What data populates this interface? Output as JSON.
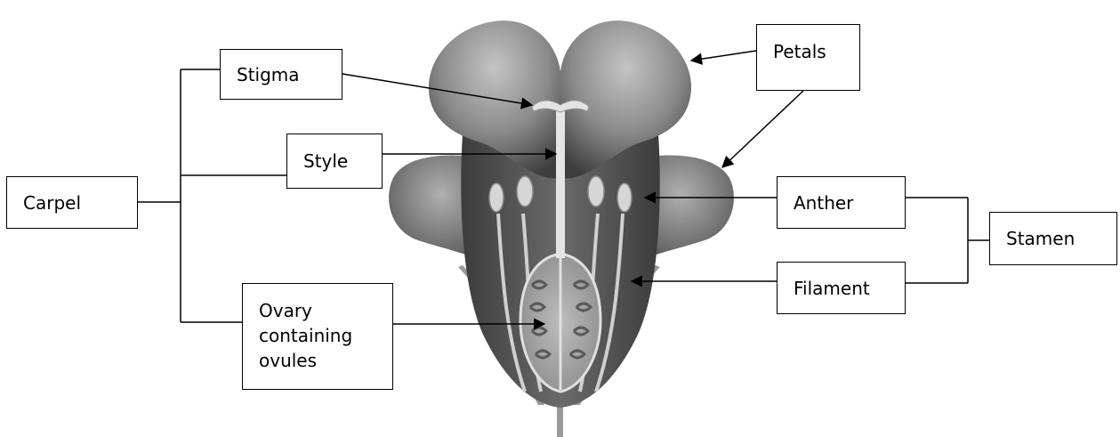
{
  "labels": {
    "carpel": "Carpel",
    "stigma": "Stigma",
    "style": "Style",
    "ovary": "Ovary\ncontaining\novules",
    "petals": "Petals",
    "anther": "Anther",
    "filament": "Filament",
    "stamen": "Stamen"
  },
  "colors": {
    "line": "#000000",
    "petal_light": "#b5b5b5",
    "petal_dark": "#4a4a4a",
    "stem": "#9a9a9a"
  }
}
